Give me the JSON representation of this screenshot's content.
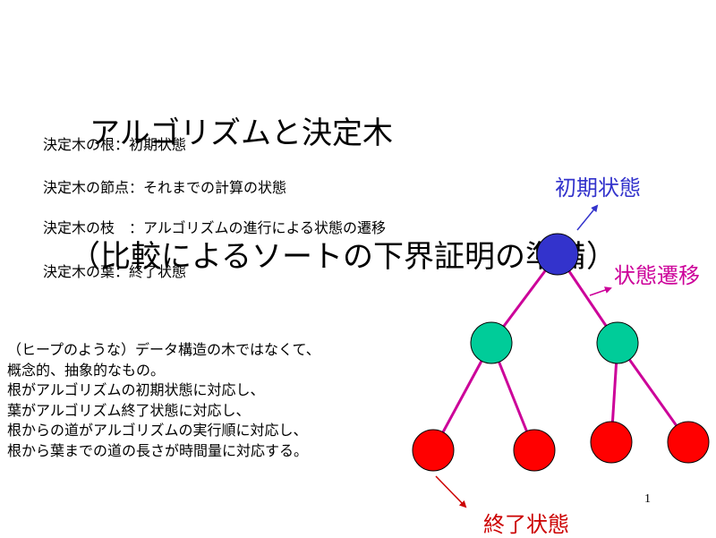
{
  "title": {
    "line1": "アルゴリズムと決定木",
    "line2": "（比較によるソートの下界証明の準備）"
  },
  "definitions": [
    "決定木の根：初期状態",
    "決定木の節点：それまでの計算の状態",
    "決定木の枝　：アルゴリズムの進行による状態の遷移",
    "決定木の葉：終了状態"
  ],
  "notes": [
    "（ヒープのような）データ構造の木ではなくて、",
    "概念的、抽象的なもの。",
    "根がアルゴリズムの初期状態に対応し、",
    "葉がアルゴリズム終了状態に対応し、",
    "根からの道がアルゴリズムの実行順に対応し、",
    "根から葉までの道の長さが時間量に対応する。"
  ],
  "diagram": {
    "labels": {
      "initial": "初期状態",
      "transition": "状態遷移",
      "final": "終了状態"
    },
    "colors": {
      "root": "#3333cc",
      "internal": "#00cc99",
      "leaf": "#ff0000",
      "edge": "#cc0099",
      "initial_label": "#3333cc",
      "transition_label": "#cc0099",
      "final_label": "#cc0000"
    }
  },
  "page_number": "1"
}
